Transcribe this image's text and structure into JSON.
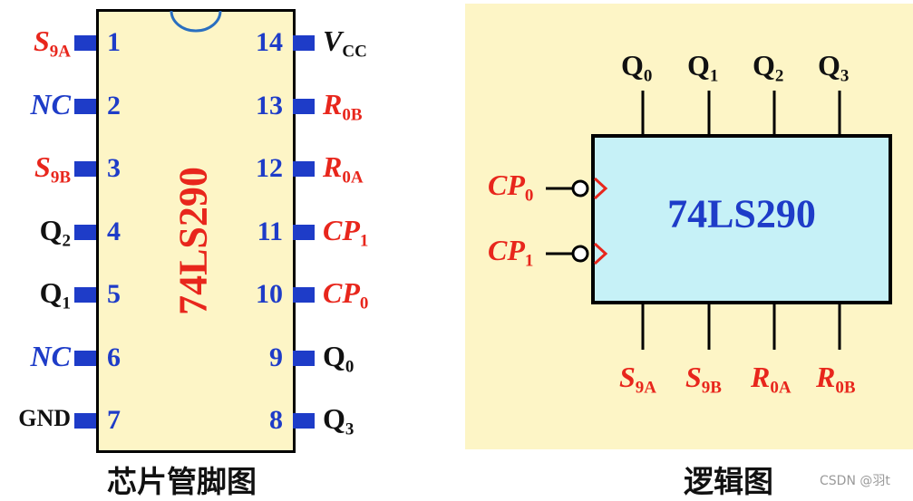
{
  "pinout": {
    "chip_name": "74LS290",
    "caption": "芯片管脚图",
    "left_pins": [
      {
        "number": "1",
        "label": "S",
        "sub": "9A",
        "color": "red",
        "italic": true
      },
      {
        "number": "2",
        "label": "NC",
        "sub": "",
        "color": "blue",
        "italic": true
      },
      {
        "number": "3",
        "label": "S",
        "sub": "9B",
        "color": "red",
        "italic": true
      },
      {
        "number": "4",
        "label": "Q",
        "sub": "2",
        "color": "black",
        "italic": false
      },
      {
        "number": "5",
        "label": "Q",
        "sub": "1",
        "color": "black",
        "italic": false
      },
      {
        "number": "6",
        "label": "NC",
        "sub": "",
        "color": "blue",
        "italic": true
      },
      {
        "number": "7",
        "label": "GND",
        "sub": "",
        "color": "black",
        "italic": false
      }
    ],
    "right_pins": [
      {
        "number": "14",
        "label": "V",
        "sub": "CC",
        "color": "black",
        "italic": true
      },
      {
        "number": "13",
        "label": "R",
        "sub": "0B",
        "color": "red",
        "italic": true
      },
      {
        "number": "12",
        "label": "R",
        "sub": "0A",
        "color": "red",
        "italic": true
      },
      {
        "number": "11",
        "label": "CP",
        "sub": "1",
        "color": "red",
        "italic": true
      },
      {
        "number": "10",
        "label": "CP",
        "sub": "0",
        "color": "red",
        "italic": true
      },
      {
        "number": "9",
        "label": "Q",
        "sub": "0",
        "color": "black",
        "italic": false
      },
      {
        "number": "8",
        "label": "Q",
        "sub": "3",
        "color": "black",
        "italic": false
      }
    ]
  },
  "logic": {
    "chip_name": "74LS290",
    "caption": "逻辑图",
    "outputs": [
      {
        "label": "Q",
        "sub": "0"
      },
      {
        "label": "Q",
        "sub": "1"
      },
      {
        "label": "Q",
        "sub": "2"
      },
      {
        "label": "Q",
        "sub": "3"
      }
    ],
    "clock_inputs": [
      {
        "label": "CP",
        "sub": "0"
      },
      {
        "label": "CP",
        "sub": "1"
      }
    ],
    "bottom_inputs": [
      {
        "label": "S",
        "sub": "9A"
      },
      {
        "label": "S",
        "sub": "9B"
      },
      {
        "label": "R",
        "sub": "0A"
      },
      {
        "label": "R",
        "sub": "0B"
      }
    ]
  },
  "colors": {
    "red": "#e8261c",
    "blue": "#1e3cc8",
    "black": "#111111",
    "chip_fill": "#fdf5c6",
    "logic_box_fill": "#c6f1f7"
  },
  "watermark": "CSDN @羽t"
}
